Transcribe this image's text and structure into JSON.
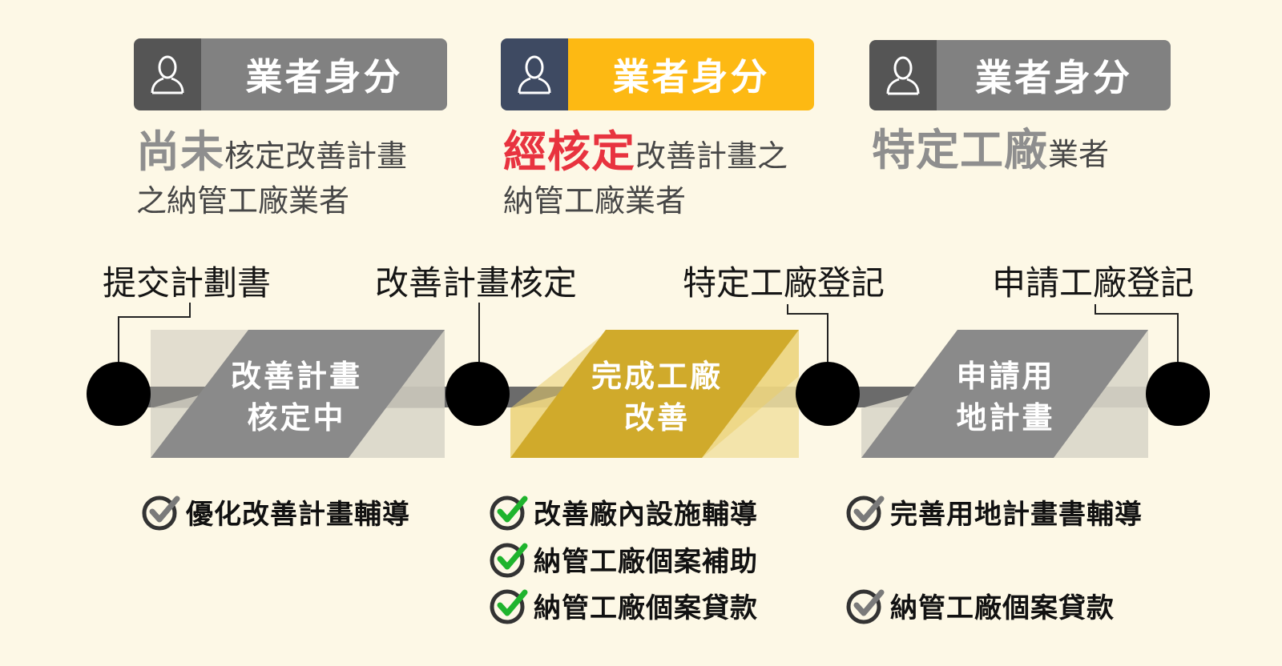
{
  "colors": {
    "background": "#fdf8e6",
    "badge_gray_icon": "#555555",
    "badge_gray_label": "#818181",
    "badge_active_icon": "#3e4a62",
    "badge_active_label": "#fdb913",
    "highlight_red": "#e8333f",
    "segment_gray": "#8a8a8a",
    "segment_gold": "#d0aa2b",
    "track": "#6b6b6b",
    "node": "#000000",
    "check_green": "#1fb42d"
  },
  "badges": [
    {
      "label": "業者身分",
      "icon": "person-icon",
      "active": false
    },
    {
      "label": "業者身分",
      "icon": "person-icon",
      "active": true
    },
    {
      "label": "業者身分",
      "icon": "person-icon",
      "active": false
    }
  ],
  "descriptions": [
    {
      "emphasis": "尚未",
      "rest": "核定改善計畫",
      "line2": "之納管工廠業者"
    },
    {
      "emphasis": "經核定",
      "rest": "改善計畫之",
      "line2": "納管工廠業者"
    },
    {
      "emphasis": "特定工廠",
      "rest": "業者",
      "line2": ""
    }
  ],
  "stages": [
    "提交計劃書",
    "改善計畫核定",
    "特定工廠登記",
    "申請工廠登記"
  ],
  "segments": [
    {
      "line1": "改善計畫",
      "line2": "核定中"
    },
    {
      "line1": "完成工廠",
      "line2": "改善"
    },
    {
      "line1": "申請用",
      "line2": "地計畫"
    }
  ],
  "checklists": [
    [
      {
        "text": "優化改善計畫輔導",
        "icon": "check-gray-icon"
      }
    ],
    [
      {
        "text": "改善廠內設施輔導",
        "icon": "check-green-icon"
      },
      {
        "text": "納管工廠個案補助",
        "icon": "check-green-icon"
      },
      {
        "text": "納管工廠個案貸款",
        "icon": "check-green-icon"
      }
    ],
    [
      {
        "text": "完善用地計畫書輔導",
        "icon": "check-gray-icon"
      },
      {
        "text": "納管工廠個案貸款",
        "icon": "check-gray-icon"
      }
    ]
  ]
}
